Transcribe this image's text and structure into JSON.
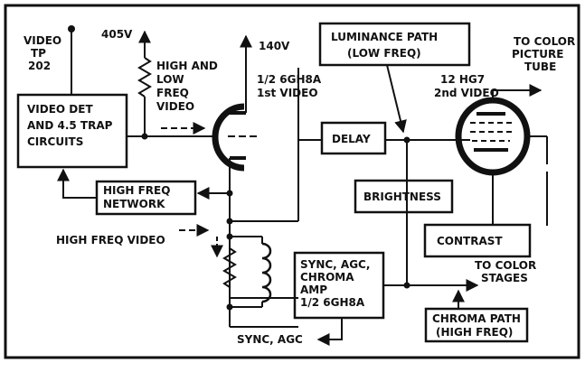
{
  "labels": {
    "video_tp": [
      "VIDEO",
      "TP",
      "202"
    ],
    "v405": "405V",
    "v140": "140V",
    "high_low_freq": [
      "HIGH AND",
      "LOW",
      "FREQ",
      "VIDEO"
    ],
    "tube1": [
      "1/2 6GH8A",
      "1st VIDEO"
    ],
    "lum_box": [
      "LUMINANCE PATH",
      "(LOW FREQ)"
    ],
    "to_color_tube": [
      "TO COLOR",
      "PICTURE",
      "TUBE"
    ],
    "tube2": [
      "12 HG7",
      "2nd VIDEO"
    ],
    "video_det": [
      "VIDEO DET",
      "AND 4.5 TRAP",
      "CIRCUITS"
    ],
    "delay": "DELAY",
    "high_freq_network": [
      "HIGH FREQ",
      "NETWORK"
    ],
    "brightness": "BRIGHTNESS",
    "high_freq_video": "HIGH FREQ VIDEO",
    "contrast": "CONTRAST",
    "sync_box": [
      "SYNC, AGC,",
      "CHROMA",
      "AMP",
      "1/2 6GH8A"
    ],
    "to_color_stages": [
      "TO COLOR",
      "STAGES"
    ],
    "chroma_path": [
      "CHROMA PATH",
      "(HIGH FREQ)"
    ],
    "sync_agc_out": "SYNC, AGC"
  },
  "colors": {
    "ink": "#111111",
    "background": "#ffffff"
  }
}
